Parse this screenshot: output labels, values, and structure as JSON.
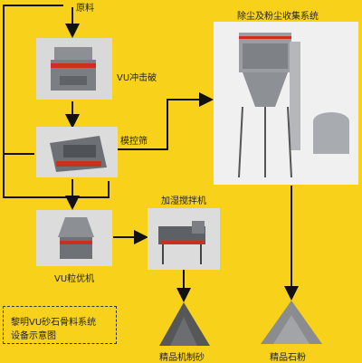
{
  "diagram": {
    "labels": {
      "raw_material": "原料",
      "vu_impact_crusher": "VU冲击破",
      "screen": "模控筛",
      "dust_system": "除尘及粉尘收集系统",
      "humidifying_mixer": "加湿搅拌机",
      "vu_shaper": "VU粒优机",
      "fine_sand": "精品机制砂",
      "fine_powder": "精品石粉"
    },
    "legend": {
      "line1": "黎明VU砂石骨料系统",
      "line2": "设备示意图"
    },
    "colors": {
      "background": "#f8d21a",
      "flow_arrow": "#111111",
      "machine_gray": "#8c8f94",
      "accent_red": "#c9301f",
      "panel_gray": "#d9d9d9"
    }
  }
}
